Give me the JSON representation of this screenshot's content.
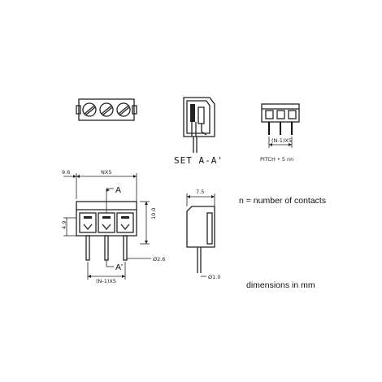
{
  "labels": {
    "section": "SET A-A'",
    "pitch": "PITCH • 5 nn",
    "legend_n": "n = number of contacts",
    "units": "dimensions in mm",
    "mark_a": "A",
    "mark_a_prime": "A'"
  },
  "dims": {
    "top_left": "9.6",
    "top_width": "NX5",
    "height_full": "10.0",
    "height_left": "4.9",
    "pin_dia": "Ø2.6",
    "pin_spacing_front": "(N-1)X5",
    "pin_spacing_side": "(N-1)X5",
    "side_depth": "7.5",
    "side_pin_dia": "Ø1.0"
  },
  "colors": {
    "ink": "#222222",
    "background": "#ffffff"
  }
}
